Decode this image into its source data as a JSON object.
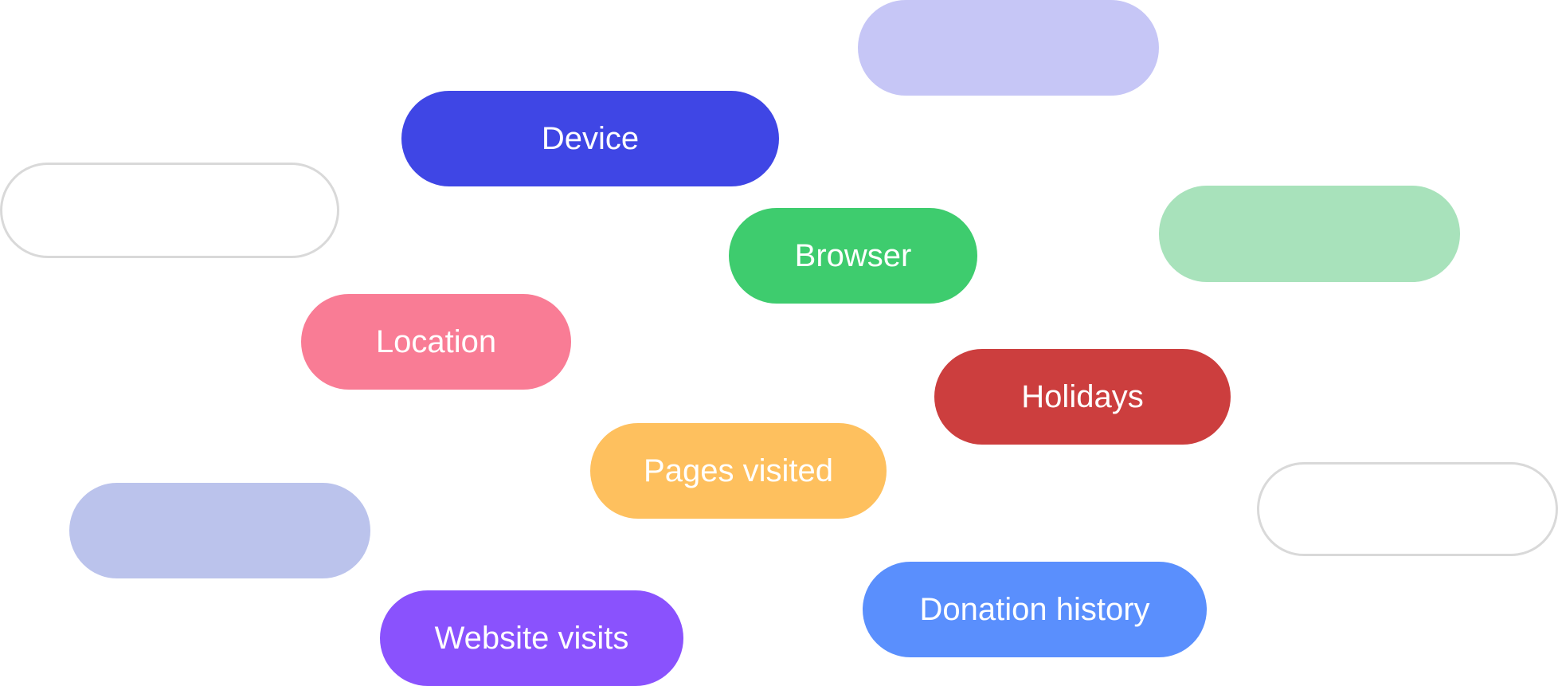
{
  "pills": {
    "device": {
      "label": "Device",
      "color": "#3f46e5"
    },
    "browser": {
      "label": "Browser",
      "color": "#3ecc6e"
    },
    "location": {
      "label": "Location",
      "color": "#f97c95"
    },
    "holidays": {
      "label": "Holidays",
      "color": "#cc3e3e"
    },
    "pages_visited": {
      "label": "Pages visited",
      "color": "#fec05e"
    },
    "donation": {
      "label": "Donation history",
      "color": "#5a8ffd"
    },
    "website_visits": {
      "label": "Website visits",
      "color": "#8a52fd"
    }
  },
  "blank_pills": {
    "lavender_top": {
      "color": "#c6c6f6"
    },
    "mint": {
      "color": "#a8e2bb"
    },
    "periwinkle": {
      "color": "#bbc3ec"
    },
    "outline_left": {
      "color": "#d9d9d9"
    },
    "outline_right": {
      "color": "#d9d9d9"
    }
  }
}
